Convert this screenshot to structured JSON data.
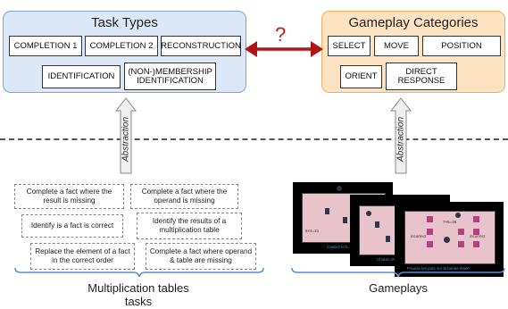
{
  "task_types": {
    "title": "Task Types",
    "items": [
      "COMPLETION 1",
      "COMPLETION 2",
      "RECONSTRUCTION",
      "IDENTIFICATION",
      "(NON-)MEMBERSHIP IDENTIFICATION"
    ]
  },
  "gameplay_categories": {
    "title": "Gameplay Categories",
    "items": [
      "SELECT",
      "MOVE",
      "POSITION",
      "ORIENT",
      "DIRECT RESPONSE"
    ]
  },
  "link_mark": "?",
  "abstraction_label": "Abstraction",
  "tasks": [
    "Complete a fact where the result is missing",
    "Complete a fact where the operand is missing",
    "Identify is a fact is correct",
    "Identify the results of a multiplication table",
    "Replace the element of a fact in the correct order",
    "Complete a fact where operand & table are missing"
  ],
  "tasks_caption": "Multiplication tables tasks",
  "gameplays_caption": "Gameplays",
  "screenshots": {
    "footers": [
      "Cassez le b...",
      "Choisir choisi...",
      "Pousse les pots sur la bonne étoile"
    ],
    "labels": [
      "6×4=21",
      "7×5=35",
      "incorrect",
      "incorrect"
    ]
  },
  "colors": {
    "task_panel_fill": "#dce8f7",
    "task_panel_border": "#7aa6d8",
    "gameplay_panel_fill": "#fde3c2",
    "gameplay_panel_border": "#f0b060",
    "link_arrow": "#b01515",
    "bracket": "#5b8fd0"
  }
}
